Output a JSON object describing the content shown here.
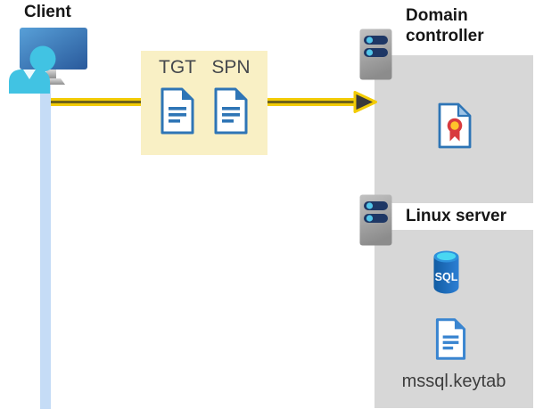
{
  "client": {
    "label": "Client"
  },
  "tickets": {
    "tgt_label": "TGT",
    "spn_label": "SPN"
  },
  "domain_controller": {
    "label": "Domain controller"
  },
  "linux_server": {
    "label": "Linux server",
    "sql_label": "SQL",
    "keytab_label": "mssql.keytab"
  },
  "colors": {
    "arrow_yellow": "#f2cb05",
    "arrow_core": "#6e6319",
    "arrowhead_dark": "#3a3a3c",
    "ticket_box_bg": "#f9f0c5",
    "client_line_blue": "#c5dcf6",
    "panel_gray": "#d7d7d7",
    "document_blue": "#2e75b6",
    "server_bar_navy": "#1e3765",
    "server_dot_cyan": "#52c6ea",
    "sql_body_blue": "#1565be",
    "sql_top_cyan": "#49d7f2",
    "certificate_red": "#d83b3e",
    "certificate_gold": "#ffc32b",
    "person_cyan": "#41c3e3",
    "monitor_blue": "#3d7fc0"
  }
}
